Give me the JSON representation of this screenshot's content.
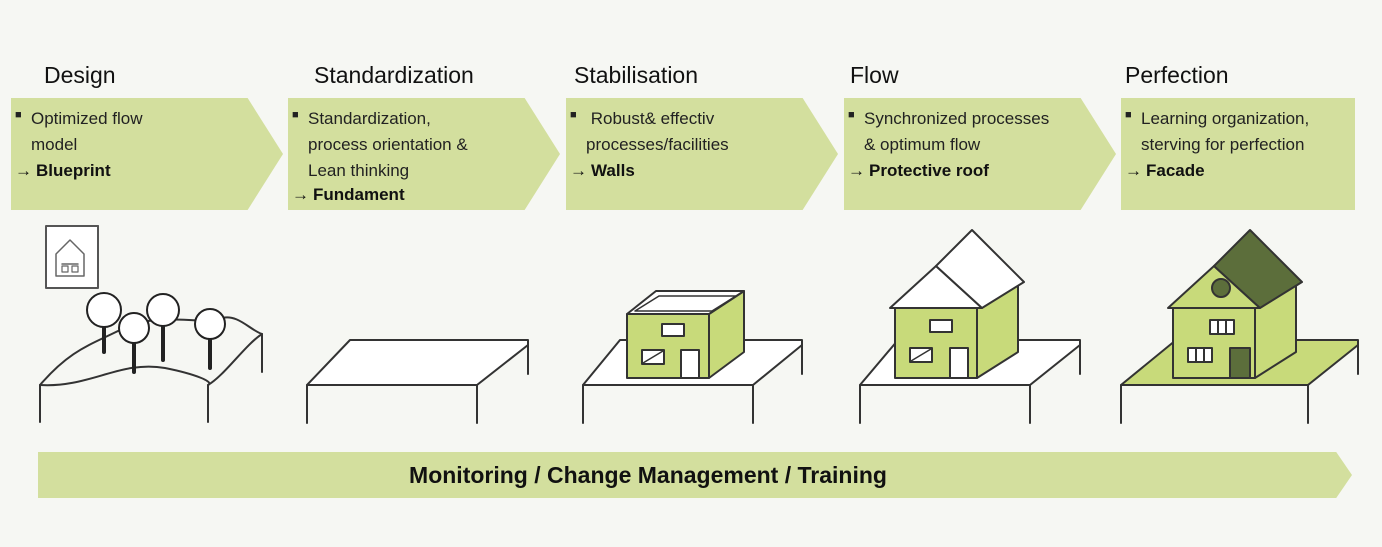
{
  "stages": [
    {
      "title": "Design",
      "lines": [
        "Optimized flow",
        "model"
      ],
      "result": "Blueprint"
    },
    {
      "title": "Standardization",
      "lines": [
        "Standardization,",
        "process orientation &",
        "Lean thinking"
      ],
      "result": "Fundament"
    },
    {
      "title": "Stabilisation",
      "lines": [
        " Robust& effectiv",
        "processes/facilities"
      ],
      "result": "Walls"
    },
    {
      "title": "Flow",
      "lines": [
        "Synchronized processes",
        "& optimum flow"
      ],
      "result": "Protective roof"
    },
    {
      "title": "Perfection",
      "lines": [
        "Learning organization,",
        "sterving for perfection"
      ],
      "result": "Facade"
    }
  ],
  "bullet_symbol": "■",
  "arrow_symbol": "→",
  "bottom_bar": {
    "label": "Monitoring / Change Management / Training"
  },
  "colors": {
    "chevron_fill": "#d3df9e",
    "house_fill": "#c8da7a",
    "roof_dark": "#5c6e3b",
    "outline": "#333333"
  }
}
